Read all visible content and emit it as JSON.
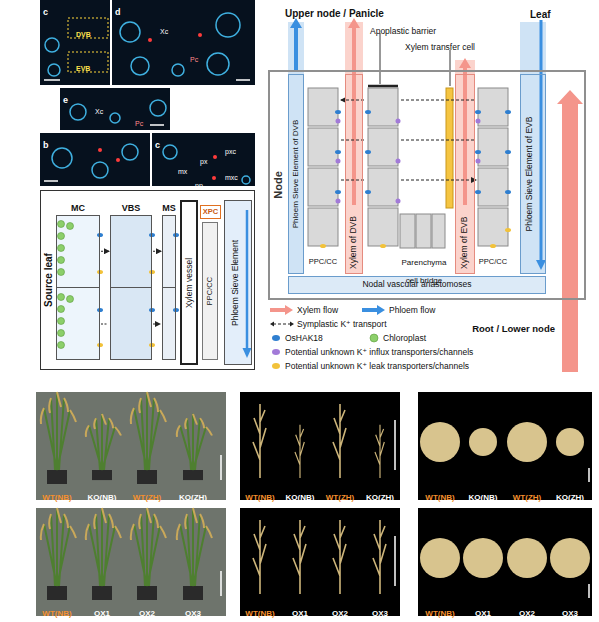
{
  "diagram": {
    "nodes": [
      {
        "text": [
          "Source leaf"
        ]
      },
      {
        "text": [
          "MC"
        ],
        "in": 0
      },
      {
        "text": [
          "VBS"
        ],
        "in": 0
      },
      {
        "text": [
          "MS"
        ],
        "in": 0
      },
      {
        "text": [
          "Xylem vessel"
        ],
        "in": 0
      },
      {
        "text": [
          "XPC"
        ],
        "in": 0
      },
      {
        "text": [
          "PPC/CC"
        ],
        "in": 0
      },
      {
        "text": [
          "Phloem Sieve Element"
        ],
        "in": 0
      },
      {
        "text": [
          "Node"
        ]
      },
      {
        "text": [
          "Phloem Sieve Element of DVB"
        ],
        "in": 8
      },
      {
        "text": [
          "PPC/CC"
        ],
        "in": 8
      },
      {
        "text": [
          "Xylem of DVB"
        ],
        "in": 8
      },
      {
        "text": [
          "Xylem of EVB"
        ],
        "in": 8
      },
      {
        "text": [
          "PPC/CC"
        ],
        "in": 8
      },
      {
        "text": [
          "Phloem Sieve Element of EVB"
        ],
        "in": 8
      },
      {
        "text": [
          "Nodal vascular anastomoses"
        ],
        "in": 8
      }
    ],
    "edges": [
      {
        "from": 1,
        "to": 2,
        "arrow": "to"
      },
      {
        "from": 2,
        "to": 3,
        "arrow": "to"
      }
    ],
    "labels": [
      "c",
      "d",
      "DVB",
      "EVB",
      "Xc",
      "Pc",
      "e",
      "Xc",
      "Pc",
      "b",
      "c",
      "pxc",
      "px",
      "mx",
      "mxc",
      "pp",
      "Upper node / Panicle",
      "Leaf",
      "Apoplastic barrier",
      "Xylem transfer cell",
      "Parenchyma cell bridge",
      "Root / Lower node",
      "WT(NB)",
      "KO(NB)",
      "WT(ZH)",
      "KO(ZH)",
      "WT(NB)",
      "KO(NB)",
      "WT(ZH)",
      "KO(ZH)",
      "WT(NB)",
      "KO(NB)",
      "WT(ZH)",
      "KO(ZH)",
      "WT(NB)",
      "OX1",
      "OX2",
      "OX3",
      "WT(NB)",
      "OX1",
      "OX2",
      "OX3",
      "WT(NB)",
      "OX1",
      "OX2",
      "OX3"
    ],
    "legend": [
      {
        "text": "Xylem flow",
        "color": "#f4958b"
      },
      {
        "text": "Phloem flow",
        "color": "#3a8fe0"
      },
      {
        "text": "Symplastic K⁺ transport"
      },
      {
        "text": "OsHAK18",
        "color": "#2f7fd0"
      },
      {
        "text": "Chloroplast",
        "color": "#8ccf6a"
      },
      {
        "text": "Potential unknown K⁺ influx transporters/channels",
        "color": "#a27ad8"
      },
      {
        "text": "Potential unknown K⁺ leak transporters/channels",
        "color": "#f2c23a"
      }
    ]
  }
}
